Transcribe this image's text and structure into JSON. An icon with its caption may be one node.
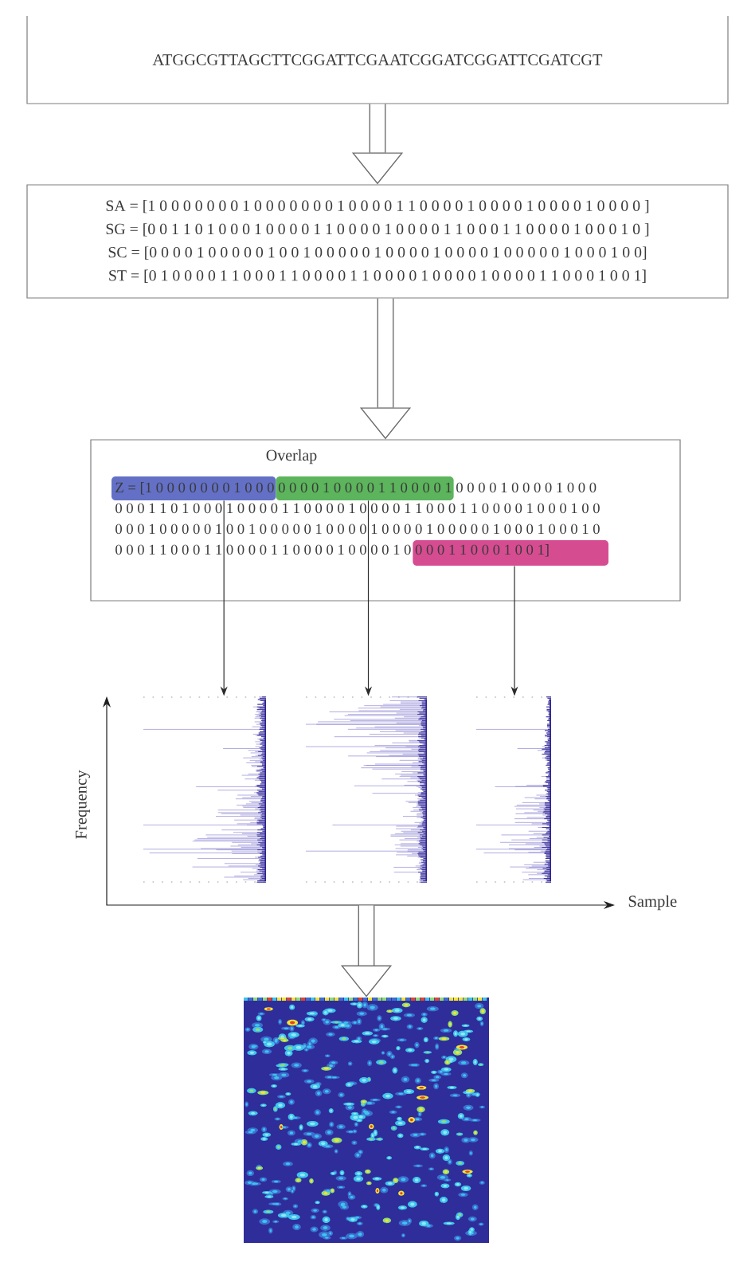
{
  "diagram": {
    "nodes": [
      {
        "text": [
          "ATGGCGTTAGCTTCGGATTCGAATCGGATCGGATTCGATCGT"
        ]
      },
      {
        "text": [
          "SA = [1 0 0 0 0 0 0 0 1 0 0 0 0 0 0 0 1 0 0 0 0 1 1 0 0 0 0 1 0 0 0 0 1 0 0 0 0 1 0 0 0 0 ]",
          "SG = [0 0 1 1 0 1 0 0 0 1 0 0 0 0 1 1 0 0 0 0 1 0 0 0 0 1 1 0 0 0 1 1 0 0 0 0 1 0 0 0 1 0 ]",
          "SC = [0 0 0 0 1 0 0 0 0 0 1 0 0 1 0 0 0 0 0 1 0 0 0 0 1 0 0 0 0 1 0 0 0 0 0 1 0 0 0 1 0 0]",
          "ST = [0 1 0 0 0 0 1 1 0 0 0 1 1 0 0 0 0 1 1 0 0 0 0 1 0 0 0 0 1 0 0 0 0 1 1 0 0 0 1 0 0 1]"
        ]
      },
      {
        "text": [
          "Overlap",
          "Z = [1 0 0 0 0 0 0 0 1 0 0 0 0 0 0 0 1 0 0 0 0 1 1 0 0 0 0 1 0 0 0 0 1 0 0 0 0 1 0 0 0 0 0 0 1 1 0 1 0 0 0 1 0 0 0 0 1 1 0 0 0 0 1 0 0 0 0 1 1 0 0 0 1 1 0 0 0 0 1 0 0 0 1 0 0 0 0 0 1 0 0 0 0 0 1 0 0 1 0 0 0 0 0 1 0 0 0 0 1 0 0 0 0 1 0 0 0 0 0 1 0 0 0 1 0 0 0 1 0 0 0 0 1 1 0 0 0 1 1 0 0 0 0 1 1 0 0 0 0 1 0 0 0 0 1 0 0 0 0 1 1 0 0 0 1 0 0 1]"
        ]
      },
      {
        "text": [],
        "shape": "bar",
        "in": 2
      },
      {
        "text": [],
        "shape": "bar",
        "in": 2
      },
      {
        "text": [],
        "shape": "bar",
        "in": 2
      },
      {
        "text": [],
        "shape": "picture"
      },
      {
        "text": [],
        "shape": "picture",
        "in": 6
      },
      {
        "text": [],
        "shape": "picture",
        "in": 6
      },
      {
        "text": [],
        "shape": "picture",
        "in": 6
      },
      {
        "text": [],
        "shape": "picture"
      }
    ],
    "edges": [
      {
        "from": 0,
        "to": 1,
        "arrow": "to",
        "style": "thick"
      },
      {
        "from": 1,
        "to": 2,
        "arrow": "to",
        "style": "thick"
      },
      {
        "from": 3,
        "to": 7,
        "arrow": "to"
      },
      {
        "from": 4,
        "to": 8,
        "arrow": "to"
      },
      {
        "from": 5,
        "to": 9,
        "arrow": "to"
      },
      {
        "from": 6,
        "to": 10,
        "arrow": "to",
        "style": "thick"
      }
    ],
    "labels": [
      "Frequency",
      "Sample"
    ]
  }
}
